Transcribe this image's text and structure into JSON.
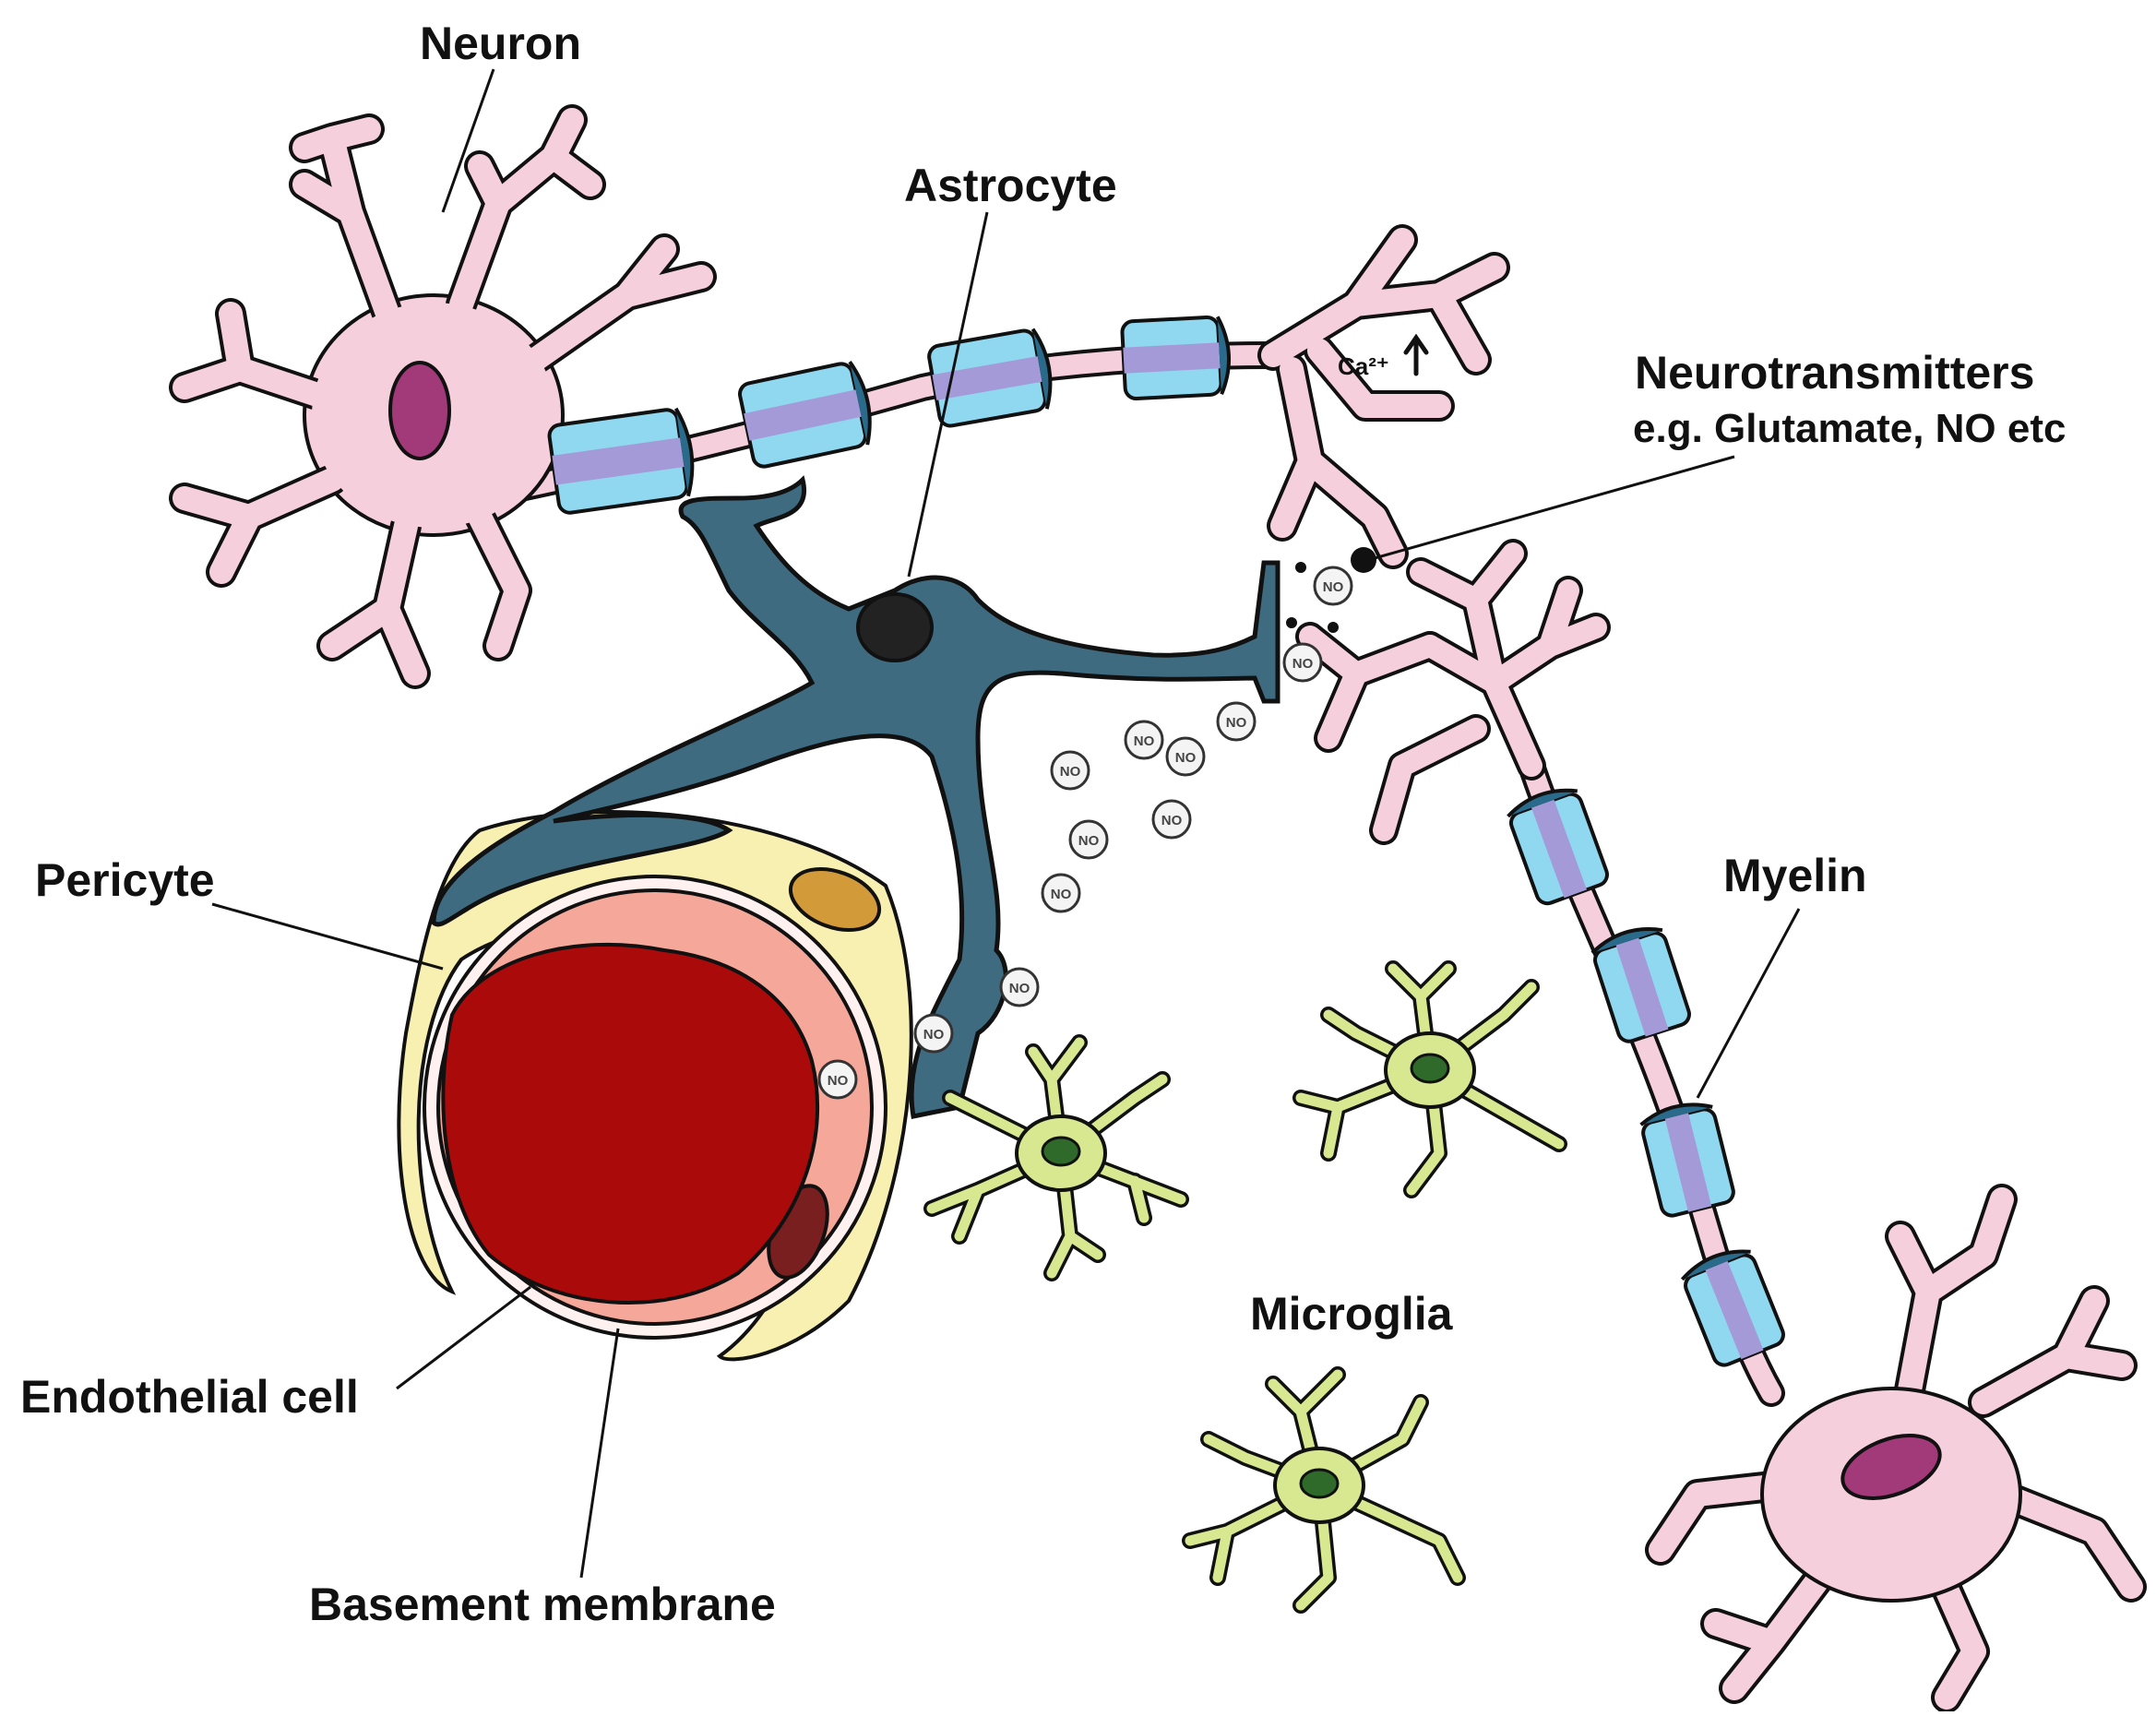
{
  "labels": {
    "neuron": "Neuron",
    "astrocyte": "Astrocyte",
    "neurotransmitters": "Neurotransmitters",
    "neurotransmitters_examples": "e.g. Glutamate, NO etc",
    "myelin": "Myelin",
    "pericyte": "Pericyte",
    "endothelial_cell": "Endothelial cell",
    "basement_membrane": "Basement membrane",
    "microglia": "Microglia",
    "calcium": "Ca²⁺",
    "no_molecule": "NO"
  },
  "colors": {
    "neuron_fill": "#f6cfdc",
    "neuron_nucleus": "#a23a7a",
    "myelin_sheath": "#8fd8f0",
    "myelin_band": "#a59ad8",
    "astrocyte_fill": "#3f6b80",
    "astrocyte_nucleus": "#222222",
    "pericyte_fill": "#f8f0b0",
    "pericyte_nucleus": "#d39a3a",
    "basement_membrane": "#fff1ef",
    "endothelium": "#f5a89a",
    "endothelial_nucleus": "#7a1f1f",
    "lumen_blood": "#aa0a0a",
    "microglia_fill": "#d8e890",
    "microglia_nucleus": "#2f6a2a"
  }
}
